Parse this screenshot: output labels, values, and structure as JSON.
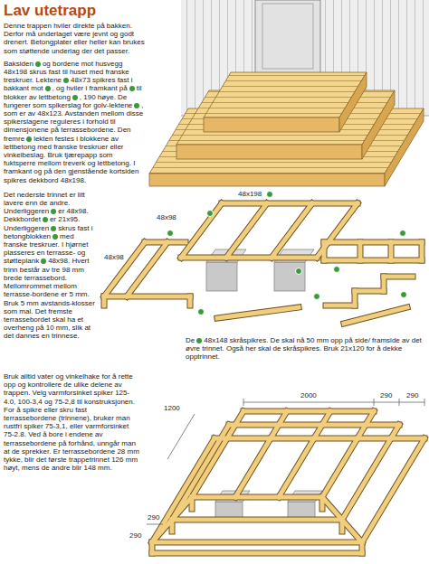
{
  "diagram": {
    "title": "Lav utetrapp",
    "labels": [
      "Denne trappen hviler direkte på bakken. Derfor må underlaget være jevnt og godt drenert. Betongplater eller heller kan brukes som støttende underlag der det passer.",
      "Baksiden",
      "og bordene mot husvegg 48x198 skrus fast til huset med franske treskruer. Lektene",
      "48x73 spikres fast i bakkant mot",
      ", og hviler i framkant på",
      "til blokker av lettbetong",
      ", 190 høye. De fungerer som spikerslag for golv-lektene",
      ", som er av 48x123. Avstanden mellom disse spikerslagene reguleres i forhold til dimensjonene på terrassebordene. Den fremre",
      "lekten festes i blokkene av lettbetong med franske treskruer eller vinkelbeslag. Bruk tjærepapp som fuktsperre mellom treverk og lettbetong. I framkant og på den gjenstående kortsiden spikres dekkbord 48x198.",
      "Det nederste trinnet er litt lavere enn de andre. Underliggeren",
      "er 48x98. Dekkbordet",
      "er 21x95. Underliggeren",
      "skrus fast i betongblokken",
      "med franske treskruer. I hjørnet plasseres en terrasse- og støtteplank",
      "48x98. Hvert trinn består av tre 98 mm brede terrassebord. Mellomrommet mellom terrasse-bordene er 5 mm. Bruk 5 mm avstands-klosser som mal. Det fremste terrassebordet skal ha et overheng på 10 mm, slik at det dannes en trinnese.",
      "48x198",
      "48x98",
      "48x98",
      "De",
      "48x148 skråspikres. De skal nå 50 mm opp på side/ framside av det øvre trinnet. Også her skal de skråspikres. Bruk 21x120 for å dekke opptrinnet.",
      "Bruk alltid vater og vinkelhake for å rette opp og kontrollere de ulike delene av trappen. Velg varmforsinket spiker 125-4.0, 100-3,4 og 75-2,8 til konstruksjonen. For å spikre eller skru fast terrassebordene (trinnene), bruker man rustfri spiker 75-3,1, eller varmforsinket 75-2.8. Ved å bore i endene av terrassebordene på forhånd, unngår man at de sprekker. Er terrassebordene 28 mm tykke, blir det første trappetrinnet 126 mm høyt, mens de andre blir 148 mm.",
      "1200",
      "2000",
      "290",
      "290",
      "290",
      "290"
    ]
  }
}
